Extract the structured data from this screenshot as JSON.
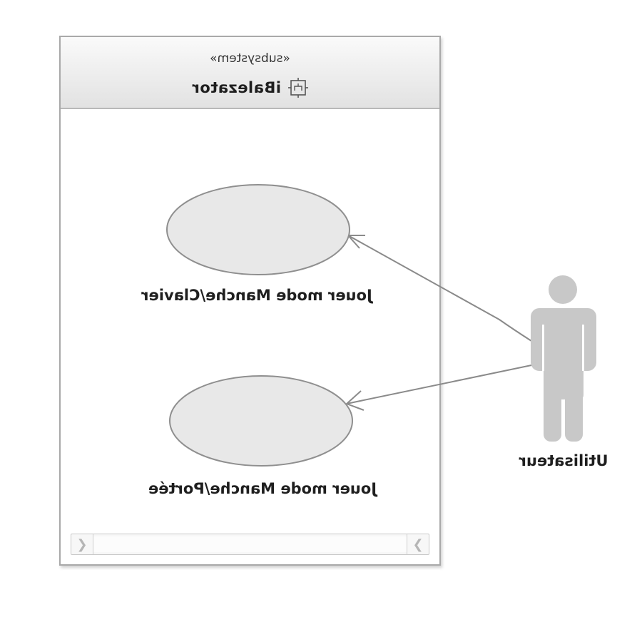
{
  "subsystem": {
    "stereotype": "«subsystem»",
    "name": "iBalezator",
    "icon": "subsystem-icon"
  },
  "use_cases": [
    {
      "label": "Jouer mode Manche/Clavier"
    },
    {
      "label": "Jouer mode Manche/Portée"
    }
  ],
  "actor": {
    "name": "Utilisateur",
    "icon": "actor-icon"
  },
  "associations": [
    {
      "from": "Utilisateur",
      "to": "Jouer mode Manche/Clavier"
    },
    {
      "from": "Utilisateur",
      "to": "Jouer mode Manche/Portée"
    }
  ],
  "colors": {
    "ellipse_fill": "#e8e8e8",
    "actor": "#c8c8c8",
    "line": "#8a8a8a"
  },
  "scrollbar": {
    "left_icon": "chevron-left-icon",
    "right_icon": "chevron-right-icon"
  }
}
